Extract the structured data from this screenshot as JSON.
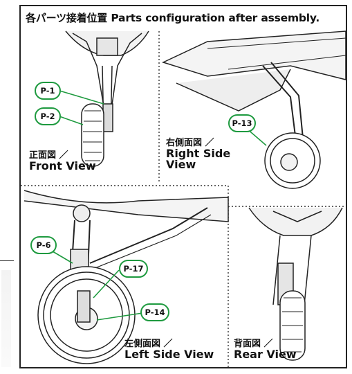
{
  "title": {
    "jp": "各パーツ接着位置",
    "en": "Parts configuration after assembly."
  },
  "views": {
    "front": {
      "jp": "正面図 ／",
      "en": "Front View"
    },
    "right": {
      "jp": "右側面図 ／",
      "en1": "Right Side",
      "en2": "View"
    },
    "left": {
      "jp": "左側面図 ／",
      "en": "Left Side View"
    },
    "rear": {
      "jp": "背面図 ／",
      "en": "Rear View"
    }
  },
  "callouts": {
    "p1": "P-1",
    "p2": "P-2",
    "p13": "P-13",
    "p6": "P-6",
    "p17": "P-17",
    "p14": "P-14"
  },
  "colors": {
    "callout_border": "#1e9a3f",
    "line": "#222222"
  }
}
